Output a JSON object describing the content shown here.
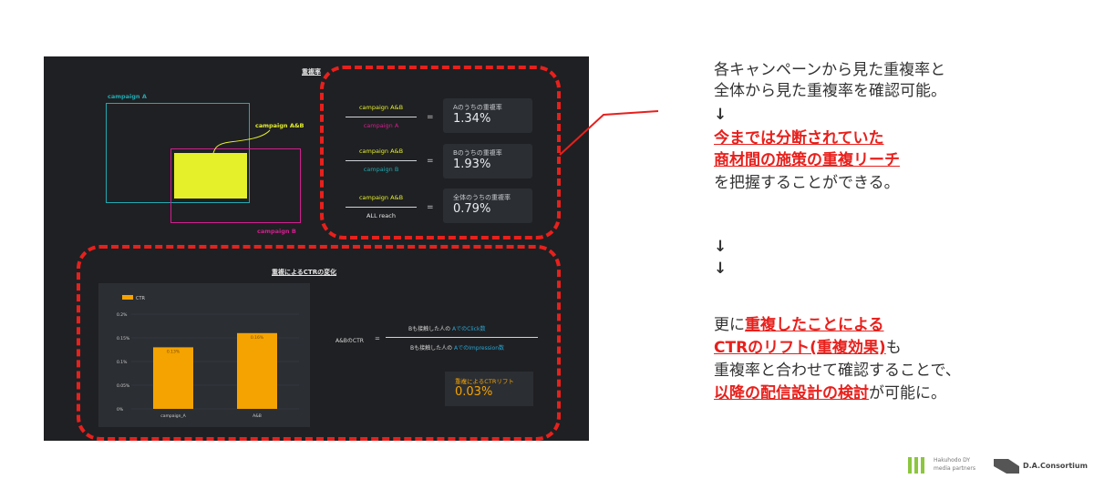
{
  "overlap_section": {
    "title": "重複率",
    "venn": {
      "label_a": "campaign A",
      "label_b": "campaign B",
      "label_ab": "campaign A&B"
    },
    "fractions": [
      {
        "numerator": "campaign A&B",
        "denominator": "campaign A",
        "denominator_color": "#d21f8f",
        "stat_label": "Aのうちの重複率",
        "stat_value": "1.34%"
      },
      {
        "numerator": "campaign A&B",
        "denominator": "campaign B",
        "denominator_color": "#22a8b0",
        "stat_label": "Bのうちの重複率",
        "stat_value": "1.93%"
      },
      {
        "numerator": "campaign A&B",
        "denominator": "ALL reach",
        "denominator_color": "#e6e6e6",
        "stat_label": "全体のうちの重複率",
        "stat_value": "0.79%"
      }
    ],
    "equals": "="
  },
  "ctr_section": {
    "title": "重複によるCTRの変化",
    "formula_label": "A&BのCTR",
    "equals": "=",
    "numerator_prefix": "Bも接触した人の",
    "numerator_highlight": "AでのClick数",
    "denominator_prefix": "Bも接触した人の",
    "denominator_highlight": "AでのImpression数",
    "lift_label": "重複によるCTRリフト",
    "lift_value": "0.03%"
  },
  "chart_data": {
    "type": "bar",
    "legend": [
      "CTR"
    ],
    "categories": [
      "campaign_A",
      "A&B"
    ],
    "values": [
      0.13,
      0.16
    ],
    "value_labels": [
      "0.13%",
      "0.16%"
    ],
    "y_ticks": [
      "0%",
      "0.05%",
      "0.1%",
      "0.15%",
      "0.2%"
    ],
    "ylim": [
      0,
      0.2
    ],
    "color": "#f5a301",
    "legend_position": "top-left"
  },
  "notes": {
    "line1": "各キャンペーンから見た重複率と",
    "line2": "全体から見た重複率を確認可能。",
    "arrow": "↓",
    "line3_red": "今までは分断されていた",
    "line4_red": "商材間の施策の重複リーチ",
    "line5": "を把握することができる。",
    "line6_pre": "更に",
    "line6_red": "重複したことによる",
    "line7_red": "CTRのリフト(重複効果)",
    "line7_post": "も",
    "line8": "重複率と合わせて確認することで、",
    "line9_red": "以降の配信設計の検討",
    "line9_post": "が可能に。"
  },
  "logos": {
    "hakuhodo_line1": "Hakuhodo DY",
    "hakuhodo_line2": "media partners",
    "dac": "D.A.Consortium"
  },
  "colors": {
    "red_annotation": "#e8201c",
    "campaign_a": "#22a8b0",
    "campaign_b": "#d21f8f",
    "overlap": "#e5f02a"
  }
}
